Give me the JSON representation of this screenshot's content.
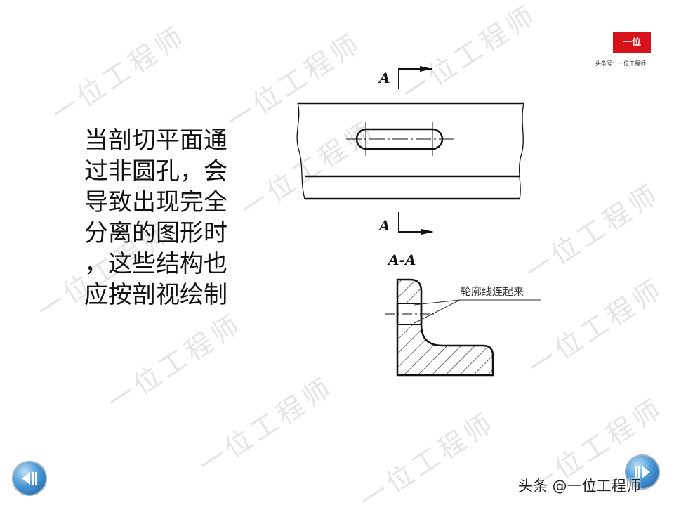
{
  "watermark": {
    "text": "一位工程师"
  },
  "logo": {
    "badge": "一位",
    "caption": "头条号：一位工程师",
    "brand_color": "#d8121a"
  },
  "body": {
    "lines": [
      "当剖切平面通",
      "过非圆孔，会",
      "导致出现完全",
      "分离的图形时",
      "，这些结构也",
      "应按剖视绘制"
    ]
  },
  "drawing": {
    "section_letter_top": "A",
    "section_letter_bottom": "A",
    "section_view_label": "A-A",
    "annotation": "轮廓线连起来"
  },
  "nav": {
    "prev_icon": "previous-icon",
    "next_icon": "next-icon"
  },
  "credit": {
    "text": "头条 @一位工程师"
  }
}
